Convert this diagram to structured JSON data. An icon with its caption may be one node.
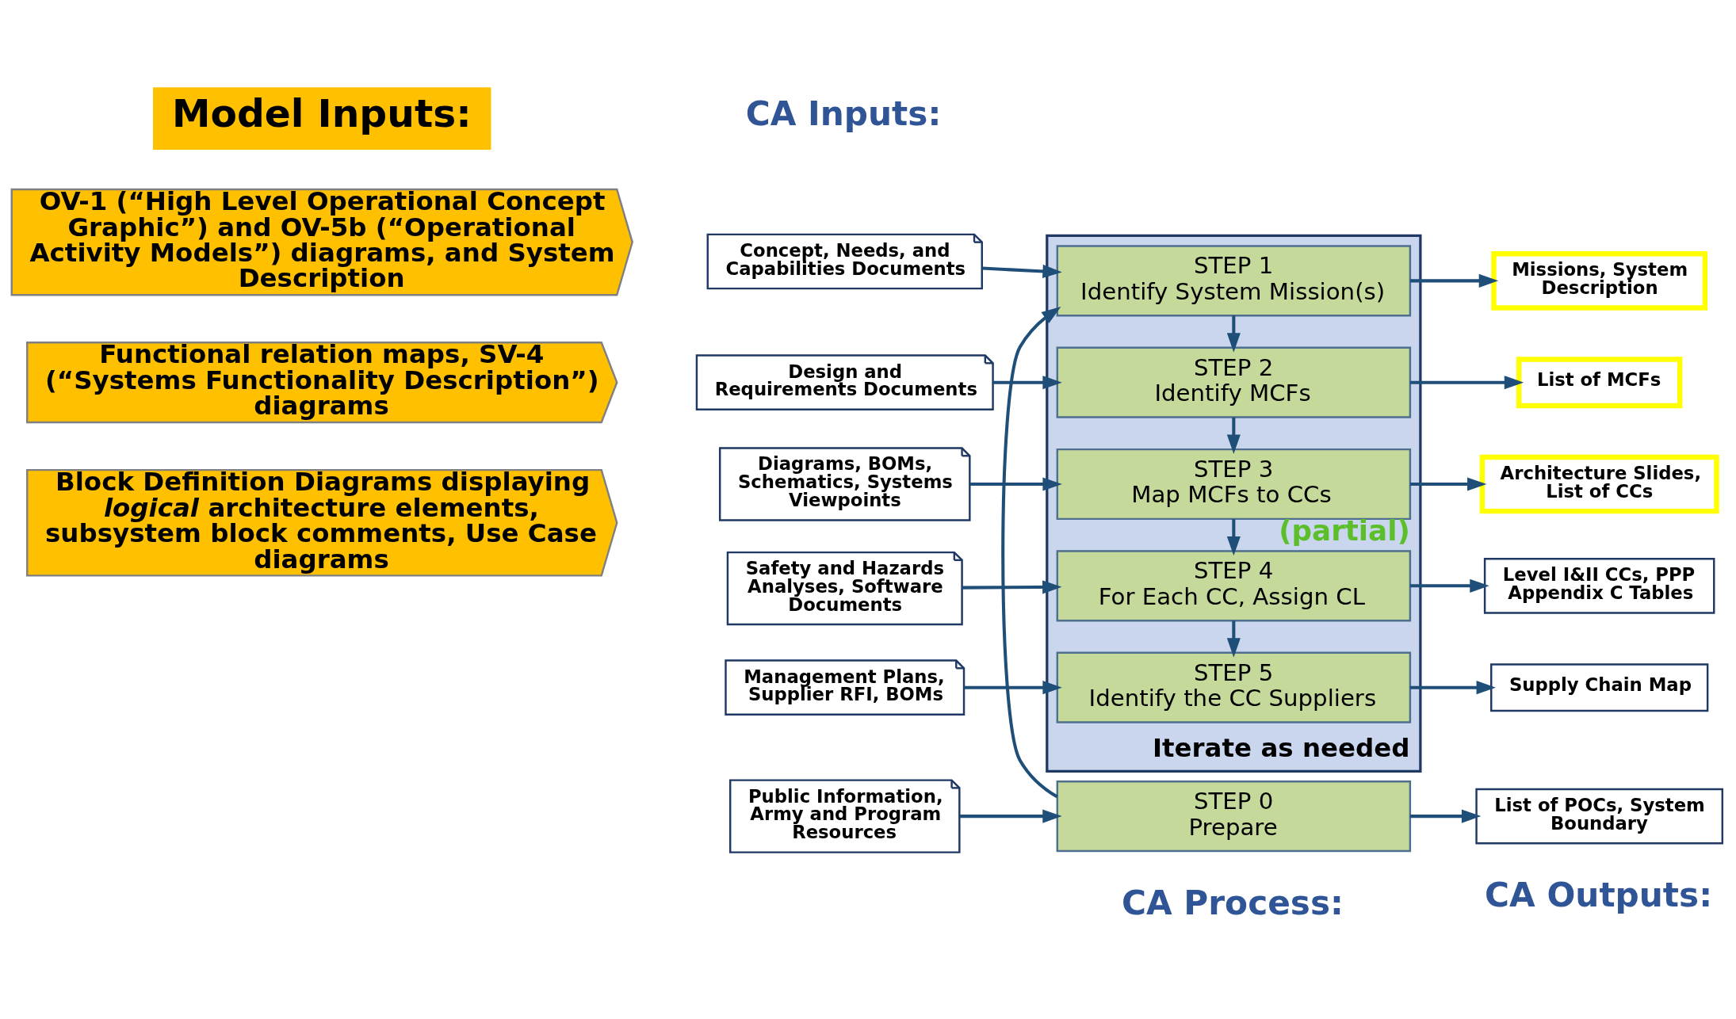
{
  "diagram": {
    "nodes": [
      {
        "text": [
          "Model Inputs:"
        ]
      },
      {
        "text": [
          "OV-1 (“High Level Operational Concept Graphic”) and OV-5b (“Operational Activity Models”) diagrams, and System Description"
        ]
      },
      {
        "text": [
          "Functional relation maps, SV-4 (“Systems Functionality Description”) diagrams"
        ]
      },
      {
        "text": [
          "Block Definition Diagrams displaying *logical* architecture elements, subsystem block comments, Use Case diagrams"
        ]
      },
      {
        "text": [
          "Public Information, Army and Program Resources"
        ]
      },
      {
        "text": [
          "Concept, Needs, and Capabilities Documents"
        ]
      },
      {
        "text": [
          "Design and Requirements Documents"
        ]
      },
      {
        "text": [
          "Diagrams, BOMs, Schematics, Systems Viewpoints"
        ]
      },
      {
        "text": [
          "Safety and Hazards Analyses, Software Documents"
        ]
      },
      {
        "text": [
          "Management Plans, Supplier RFI, BOMs"
        ]
      },
      {
        "text": [
          "STEP 0",
          "Prepare"
        ]
      },
      {
        "text": [
          "Iterate as needed"
        ]
      },
      {
        "text": [
          "STEP 1",
          "Identify System Mission(s)"
        ],
        "in": 11
      },
      {
        "text": [
          "STEP 2",
          "Identify MCFs"
        ],
        "in": 11
      },
      {
        "text": [
          "STEP 3",
          "Map MCFs to CCs"
        ],
        "in": 11,
        "beside": [
          "(partial)"
        ]
      },
      {
        "text": [
          "STEP 4",
          "For Each CC, Assign CL"
        ],
        "in": 11
      },
      {
        "text": [
          "STEP 5",
          "Identify the CC Suppliers"
        ],
        "in": 11
      },
      {
        "text": [
          "List of POCs, System Boundary"
        ]
      },
      {
        "text": [
          "Missions, System Description"
        ]
      },
      {
        "text": [
          "List of MCFs"
        ]
      },
      {
        "text": [
          "Architecture Slides, List of CCs"
        ]
      },
      {
        "text": [
          "Level I&II CCs, PPP Appendix C Tables"
        ]
      },
      {
        "text": [
          "Supply Chain Map"
        ]
      }
    ],
    "edges": [
      {
        "from": 4,
        "to": 10,
        "arrow": "to"
      },
      {
        "from": 5,
        "to": 12,
        "arrow": "to"
      },
      {
        "from": 6,
        "to": 13,
        "arrow": "to"
      },
      {
        "from": 7,
        "to": 14,
        "arrow": "to"
      },
      {
        "from": 8,
        "to": 15,
        "arrow": "to"
      },
      {
        "from": 9,
        "to": 16,
        "arrow": "to"
      },
      {
        "from": 10,
        "to": 12,
        "arrow": "to"
      },
      {
        "from": 12,
        "to": 13,
        "arrow": "to"
      },
      {
        "from": 13,
        "to": 14,
        "arrow": "to"
      },
      {
        "from": 14,
        "to": 15,
        "arrow": "to"
      },
      {
        "from": 15,
        "to": 16,
        "arrow": "to"
      },
      {
        "from": 10,
        "to": 17,
        "arrow": "to"
      },
      {
        "from": 12,
        "to": 18,
        "arrow": "to"
      },
      {
        "from": 13,
        "to": 19,
        "arrow": "to"
      },
      {
        "from": 14,
        "to": 20,
        "arrow": "to"
      },
      {
        "from": 15,
        "to": 21,
        "arrow": "to"
      },
      {
        "from": 16,
        "to": 22,
        "arrow": "to"
      }
    ],
    "labels": [
      "CA Inputs:",
      "CA Process:",
      "CA Outputs:"
    ]
  }
}
